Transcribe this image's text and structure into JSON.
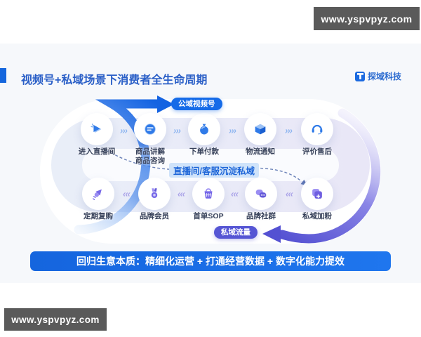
{
  "watermarks": {
    "top": "www.yspvpyz.com",
    "bottom": "www.yspvpyz.com"
  },
  "header": {
    "title": "视频号+私域场景下消费者全生命周期",
    "logo_text": "探域科技",
    "logo_icon": "brand-t-mark"
  },
  "diagram": {
    "public_label": "公域视频号",
    "private_label": "私域流量",
    "middle_label": "直播间/客服沉淀私域",
    "chevron_right": "›››",
    "chevron_left": "‹‹‹",
    "top_nodes": [
      {
        "icon": "play-live-icon",
        "label": "进入直播间"
      },
      {
        "icon": "product-globe-icon",
        "label": "商品讲解商品咨询"
      },
      {
        "icon": "money-bag-icon",
        "label": "下单付款"
      },
      {
        "icon": "package-box-icon",
        "label": "物流通知"
      },
      {
        "icon": "headset-service-icon",
        "label": "评价售后"
      }
    ],
    "bottom_nodes": [
      {
        "icon": "rocket-repeat-icon",
        "label": "定期复购"
      },
      {
        "icon": "medal-icon",
        "label": "品牌会员"
      },
      {
        "icon": "basket-icon",
        "label": "首单SOP"
      },
      {
        "icon": "chat-bubbles-icon",
        "label": "品牌社群"
      },
      {
        "icon": "user-plus-icon",
        "label": "私域加粉"
      }
    ]
  },
  "footer": {
    "text": "回归生意本质：精细化运营 + 打通经营数据 + 数字化能力提效"
  },
  "colors": {
    "accent_blue": "#1566dd",
    "accent_purple": "#5656d4",
    "card_bg": "#f6f8fb",
    "banner_bg": "#1a6de6",
    "watermark_bg": "#5a5a5a",
    "title_color": "#2a5fc7",
    "middle_label_bg": "#cfe3fa",
    "middle_label_color": "#1e66d8"
  }
}
